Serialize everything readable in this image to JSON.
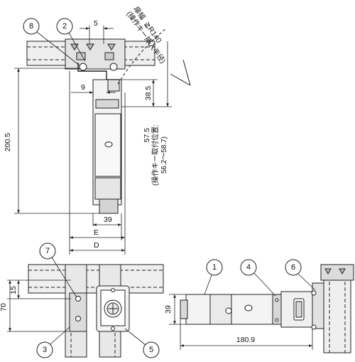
{
  "balloons": [
    "8",
    "2",
    "7",
    "3",
    "5",
    "1",
    "4",
    "6"
  ],
  "dimensions": {
    "top_width": "5",
    "offset_9": "9",
    "height_38_5": "38.5",
    "total_200_5": "200.5",
    "width_39": "39",
    "label_E": "E",
    "label_D": "D",
    "front_15": "15",
    "front_70": "70",
    "side_39": "39",
    "length_180_9": "180.9"
  },
  "notes": {
    "door_radius_line1": "扉幅",
    "door_radius_line2": "(操作キー挿入半径)",
    "door_radius_value": "≧R140",
    "mount_value": "57.5",
    "mount_line1": "(操作キー取付位置:",
    "mount_line2": "56.2～58.7)"
  },
  "colors": {
    "stroke": "#222222",
    "fill_light": "#efefef",
    "fill_mid": "#d8d8d8"
  }
}
